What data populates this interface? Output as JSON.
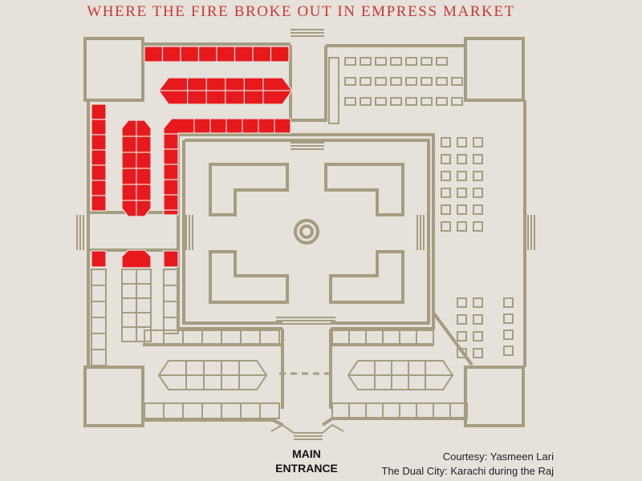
{
  "title": "WHERE THE FIRE BROKE OUT IN EMPRESS MARKET",
  "labels": {
    "entrance_line1": "MAIN",
    "entrance_line2": "ENTRANCE"
  },
  "credits": {
    "line1": "Courtesy: Yasmeen Lari",
    "line2": "The Dual City: Karachi during the Raj"
  },
  "colors": {
    "background": "#e6e1db",
    "wall": "#a39e80",
    "fire": "#e8191d",
    "title": "#c83a36"
  },
  "legend_meaning": {
    "red_shops": "fire-affected"
  }
}
